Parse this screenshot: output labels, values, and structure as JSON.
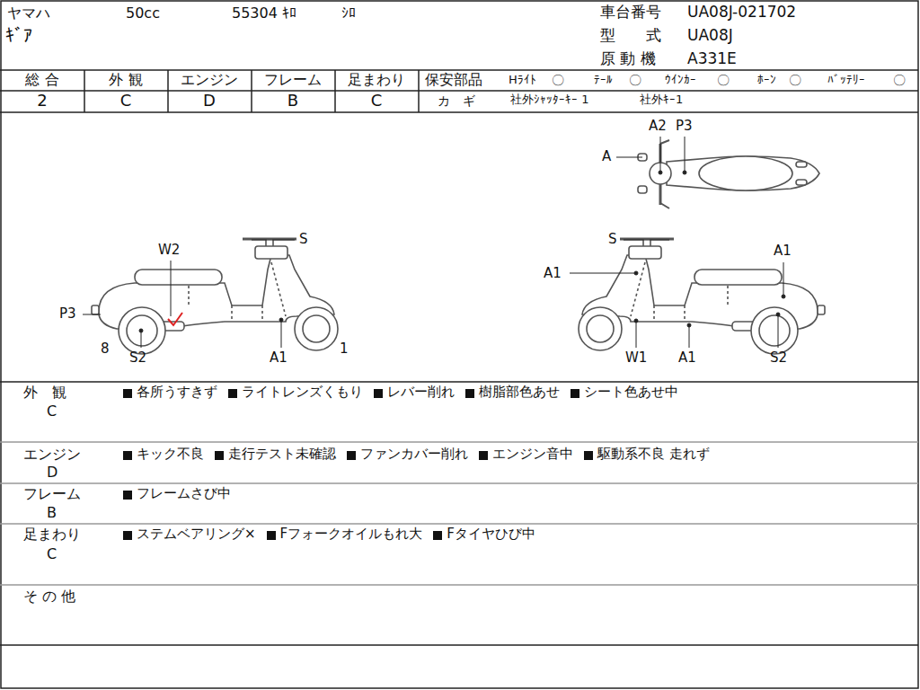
{
  "diagram": {
    "labels": [
      "ヤマハ",
      "50cc",
      "55304 ｷﾛ",
      "ｼﾛ",
      "ｷﾞｱ",
      "車台番号",
      "UA08J-021702",
      "型　　式",
      "UA08J",
      "原 動 機",
      "A331E",
      "総 合",
      "外 観",
      "エンジン",
      "フレーム",
      "足まわり",
      "2",
      "C",
      "D",
      "B",
      "C",
      "保安部品",
      "Hﾗｲﾄ",
      "〇",
      "ﾃｰﾙ",
      "〇",
      "ｳｲﾝｶｰ",
      "〇",
      "ﾎｰﾝ",
      "〇",
      "ﾊﾞｯﾃﾘｰ",
      "〇",
      "カ　ギ",
      "社外ｼｬｯﾀｰｷｰ 1",
      "社外ｷｰ1",
      "A",
      "A2",
      "P3",
      "W2",
      "S",
      "P3",
      "8",
      "S2",
      "A1",
      "1",
      "S",
      "A1",
      "A1",
      "W1",
      "A1",
      "S2",
      "外　観",
      "C",
      "各所うすきず",
      "ライトレンズくもり",
      "レバー削れ",
      "樹脂部色あせ",
      "シート色あせ中",
      "エンジン",
      "D",
      "キック不良",
      "走行テスト未確認",
      "ファンカバー削れ",
      "エンジン音中",
      "駆動系不良 走れず",
      "フレーム",
      "B",
      "フレームさび中",
      "足まわり",
      "C",
      "ステムベアリング×",
      "Fフォークオイルもれ大",
      "Fタイヤひび中",
      "そ の 他"
    ]
  }
}
